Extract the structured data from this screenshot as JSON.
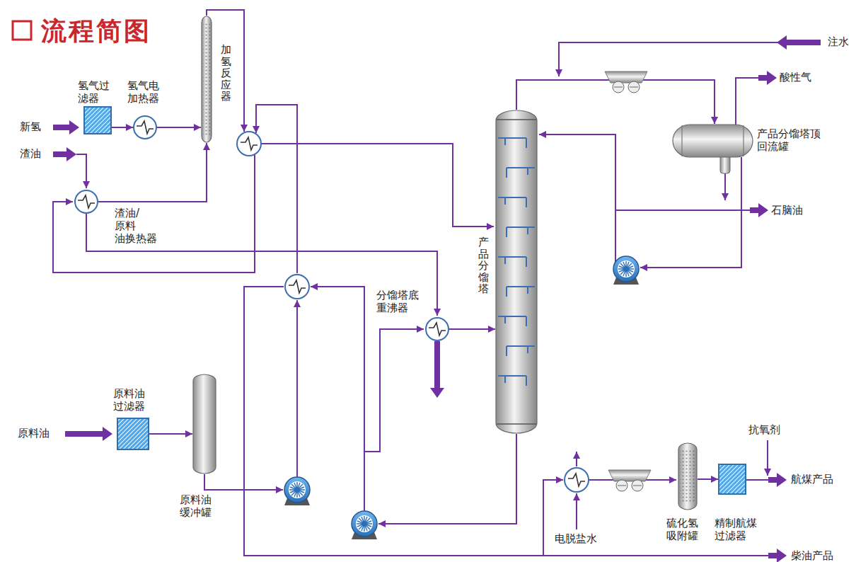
{
  "diagram": {
    "title": "流程简图",
    "nodes": [
      {
        "text": [
          "氢气过 滤器"
        ]
      },
      {
        "text": [
          "氢气电 加热器"
        ]
      },
      {
        "text": [
          "加氢反应器"
        ]
      },
      {
        "text": [
          "渣油/原料 油换热器"
        ]
      },
      {
        "text": [
          "产品分馏塔"
        ]
      },
      {
        "text": [
          "产品分馏塔顶 回流罐"
        ]
      },
      {
        "text": [
          "分馏塔底 重沸器"
        ]
      },
      {
        "text": [
          "原料油 过滤器"
        ]
      },
      {
        "text": [
          "原料油 缓冲罐"
        ]
      },
      {
        "text": [
          "硫化氢 吸附罐"
        ]
      },
      {
        "text": [
          "精制航煤 过滤器"
        ]
      }
    ],
    "edges": [
      {
        "from": 0,
        "to": 1,
        "arrow": "to"
      },
      {
        "from": 1,
        "to": 2,
        "arrow": "to"
      },
      {
        "from": 3,
        "to": 2,
        "arrow": "to"
      },
      {
        "from": 4,
        "to": 5,
        "arrow": "to"
      },
      {
        "from": 6,
        "to": 4,
        "arrow": "to"
      },
      {
        "from": 7,
        "to": 8,
        "arrow": "to"
      },
      {
        "from": 9,
        "to": 10,
        "arrow": "to"
      }
    ],
    "labels": [
      "新氢",
      "渣油",
      "原料油",
      "注水",
      "酸性气",
      "石脑油",
      "电脱盐水",
      "抗氧剂",
      "航煤产品",
      "柴油产品"
    ]
  }
}
